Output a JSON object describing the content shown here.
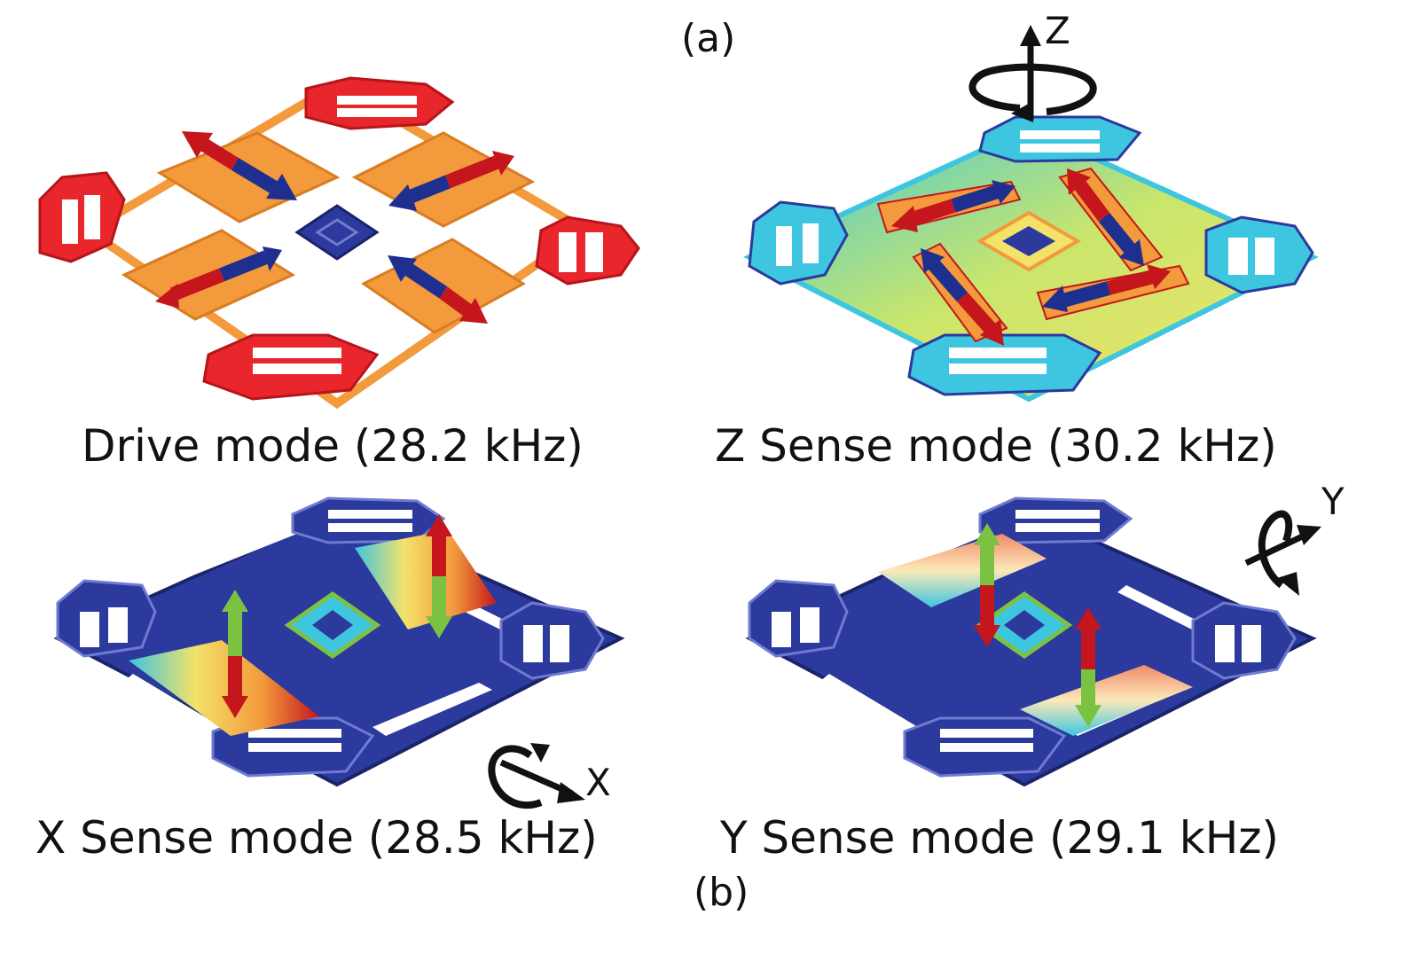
{
  "figure": {
    "part_a": "(a)",
    "part_b": "(b)"
  },
  "panels": [
    {
      "id": "drive",
      "caption": "Drive mode (28.2 kHz)",
      "axis_label": ""
    },
    {
      "id": "z_sense",
      "caption": "Z Sense mode (30.2 kHz)",
      "axis_label": "Z"
    },
    {
      "id": "x_sense",
      "caption": "X Sense mode (28.5 kHz)",
      "axis_label": "X"
    },
    {
      "id": "y_sense",
      "caption": "Y Sense mode (29.1 kHz)",
      "axis_label": "Y"
    }
  ],
  "colors": {
    "frame_red": "#e8262b",
    "proof_mass_orange": "#f39a3c",
    "structure_blue": "#2b3a9c",
    "arrow_red": "#c4161c",
    "arrow_blue": "#1f2f8f",
    "arrow_green": "#7cc242",
    "rotation_arrow": "#111111",
    "gradient_cyan": "#3ec6e0",
    "gradient_yellow": "#f3e26a"
  }
}
